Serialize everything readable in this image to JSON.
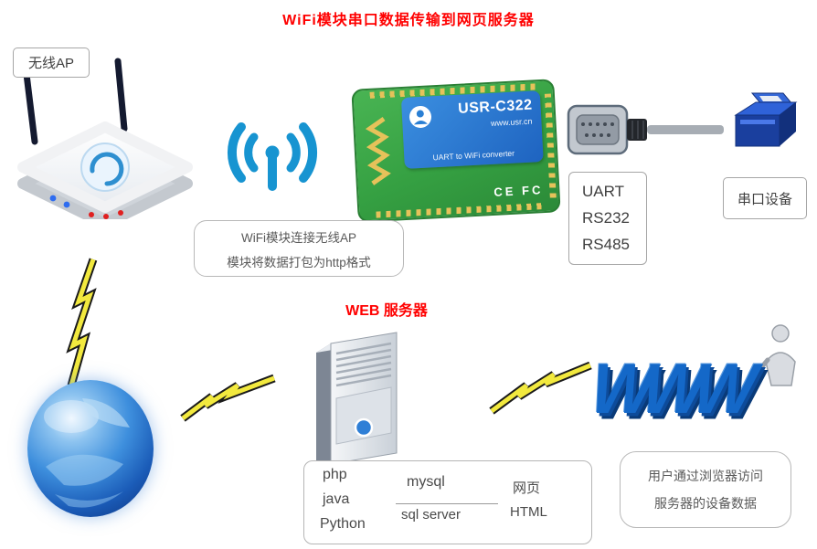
{
  "title": "WiFi模块串口数据传输到网页服务器",
  "ap": {
    "label": "无线AP"
  },
  "wifi_callout": {
    "line1": "WiFi模块连接无线AP",
    "line2": "模块将数据打包为http格式"
  },
  "module": {
    "name": "USR-C322",
    "site": "www.usr.cn",
    "subtitle": "UART to WiFi converter",
    "cert": "CE FC"
  },
  "serial_box": {
    "protocols": [
      "UART",
      "RS232",
      "RS485"
    ]
  },
  "serial_device": {
    "label": "串口设备"
  },
  "web_server": {
    "label": "WEB 服务器"
  },
  "www": {
    "text": "WWW"
  },
  "tech_box": {
    "languages": [
      "php",
      "java",
      "Python"
    ],
    "databases": [
      "mysql",
      "sql server"
    ],
    "web": [
      "网页",
      "HTML"
    ]
  },
  "user_callout": {
    "line1": "用户通过浏览器访问",
    "line2": "服务器的设备数据"
  },
  "colors": {
    "accent_red": "#ff0000",
    "wifi_blue": "#1794d1",
    "pcb_green": "#3aa94a",
    "label_blue": "#2a7fd4",
    "www_blue": "#1468c8",
    "lightning_yellow": "#f2e93e"
  }
}
